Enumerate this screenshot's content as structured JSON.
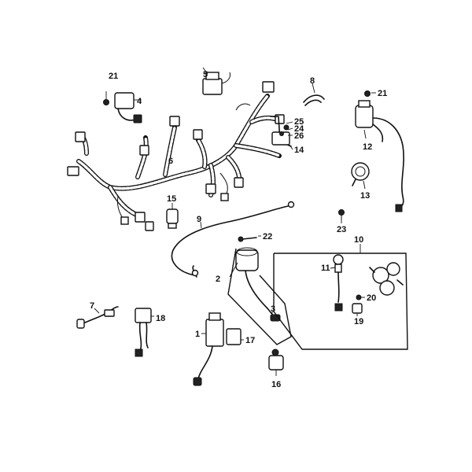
{
  "callouts": {
    "c1": "1",
    "c2": "2",
    "c3": "3",
    "c4": "4",
    "c5": "5",
    "c6": "6",
    "c7": "7",
    "c8": "8",
    "c9": "9",
    "c10": "10",
    "c11": "11",
    "c12": "12",
    "c13": "13",
    "c14": "14",
    "c15": "15",
    "c16": "16",
    "c17": "17",
    "c18": "18",
    "c19": "19",
    "c20": "20",
    "c21a": "21",
    "c21b": "21",
    "c22": "22",
    "c23": "23",
    "c24": "24",
    "c25": "25",
    "c26": "26"
  }
}
